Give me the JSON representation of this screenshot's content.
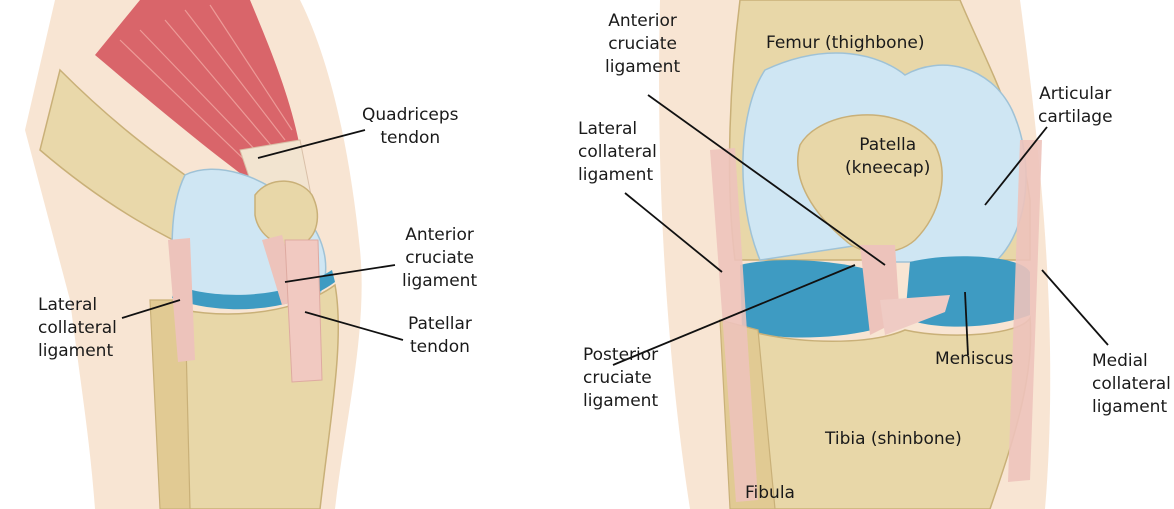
{
  "colors": {
    "bone": "#e8d7a8",
    "bone_shade": "#c9b078",
    "cartilage": "#cfe6f3",
    "meniscus": "#3e9bc2",
    "muscle": "#d9656a",
    "ligament": "#edc3bb",
    "skin": "#f3cfae",
    "leader": "#111111"
  },
  "labels": {
    "quadriceps_tendon": [
      "Quadriceps",
      "tendon"
    ],
    "acl_left": [
      "Anterior",
      "cruciate",
      "ligament"
    ],
    "patellar_tendon": [
      "Patellar",
      "tendon"
    ],
    "lcl_left": [
      "Lateral",
      "collateral",
      "ligament"
    ],
    "acl_right": [
      "Anterior",
      "cruciate",
      "ligament"
    ],
    "femur": "Femur (thighbone)",
    "articular_cartilage": [
      "Articular",
      "cartilage"
    ],
    "lcl_right": [
      "Lateral",
      "collateral",
      "ligament"
    ],
    "patella": [
      "Patella",
      "(kneecap)"
    ],
    "pcl": [
      "Posterior",
      "cruciate",
      "ligament"
    ],
    "meniscus": "Meniscus",
    "mcl": [
      "Medial",
      "collateral",
      "ligament"
    ],
    "tibia": "Tibia (shinbone)",
    "fibula": "Fibula"
  }
}
